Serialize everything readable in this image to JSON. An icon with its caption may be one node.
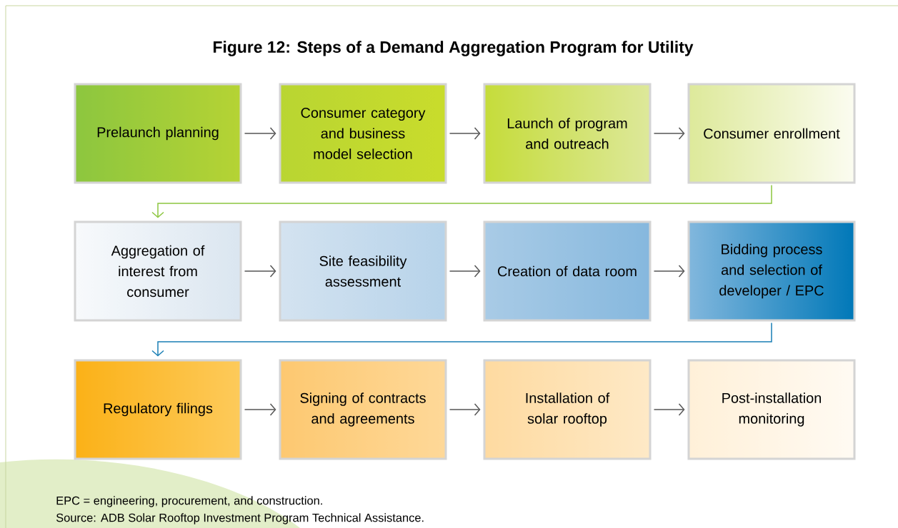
{
  "diagram": {
    "title": "Figure 12: Steps of a Demand Aggregation Program for Utility",
    "nodes": [
      {
        "text": [
          "Prelaunch planning"
        ]
      },
      {
        "text": [
          "Consumer category and business model selection"
        ]
      },
      {
        "text": [
          "Launch of program and outreach"
        ]
      },
      {
        "text": [
          "Consumer enrollment"
        ]
      },
      {
        "text": [
          "Aggregation of interest from consumer"
        ]
      },
      {
        "text": [
          "Site feasibility assessment"
        ]
      },
      {
        "text": [
          "Creation of data room"
        ]
      },
      {
        "text": [
          "Bidding process and selection of developer / EPC"
        ]
      },
      {
        "text": [
          "Regulatory filings"
        ]
      },
      {
        "text": [
          "Signing of contracts and agreements"
        ]
      },
      {
        "text": [
          "Installation of solar rooftop"
        ]
      },
      {
        "text": [
          "Post-installation monitoring"
        ]
      }
    ],
    "edges": [
      {
        "from": 0,
        "to": 1,
        "arrow": "to"
      },
      {
        "from": 1,
        "to": 2,
        "arrow": "to"
      },
      {
        "from": 2,
        "to": 3,
        "arrow": "to"
      },
      {
        "from": 3,
        "to": 4,
        "arrow": "to",
        "color": "#8cc63f"
      },
      {
        "from": 4,
        "to": 5,
        "arrow": "to"
      },
      {
        "from": 5,
        "to": 6,
        "arrow": "to"
      },
      {
        "from": 6,
        "to": 7,
        "arrow": "to"
      },
      {
        "from": 7,
        "to": 8,
        "arrow": "to",
        "color": "#1a7fb5"
      },
      {
        "from": 8,
        "to": 9,
        "arrow": "to"
      },
      {
        "from": 9,
        "to": 10,
        "arrow": "to"
      },
      {
        "from": 10,
        "to": 11,
        "arrow": "to"
      }
    ],
    "labels": [
      "EPC = engineering, procurement, and construction.",
      "Source: ADB Solar Rooftop Investment Program Technical Assistance."
    ]
  }
}
